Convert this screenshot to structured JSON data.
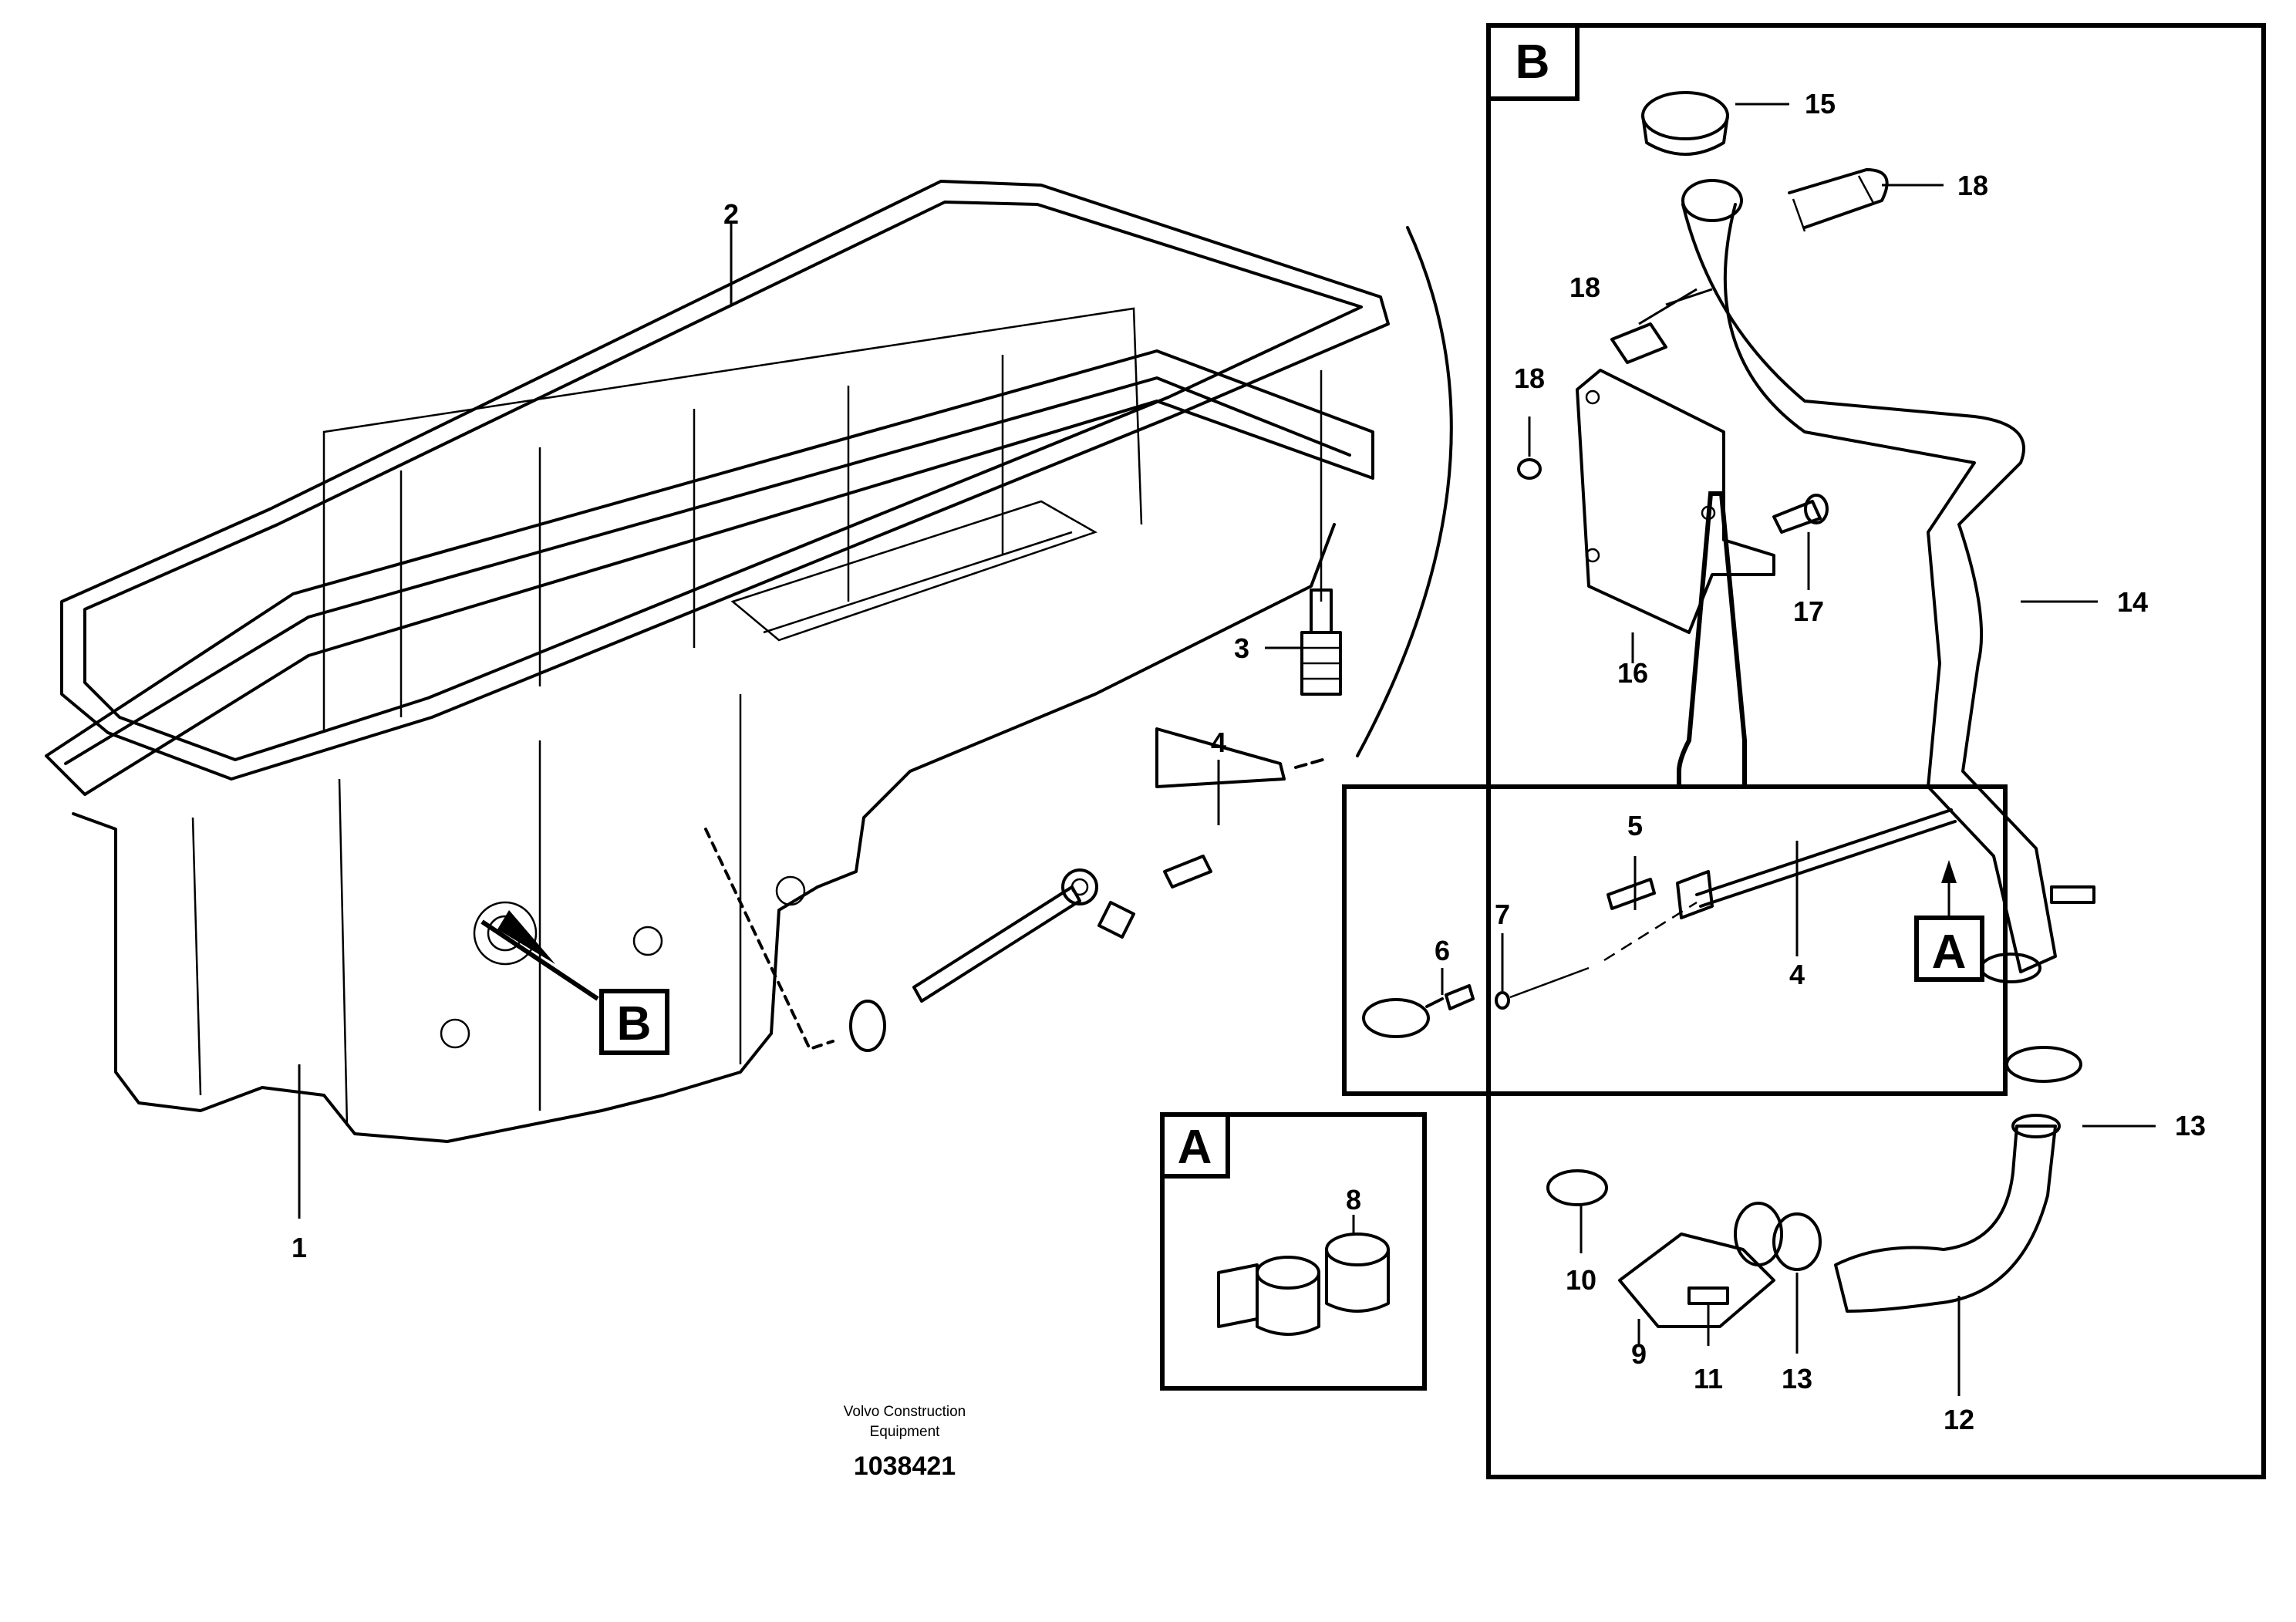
{
  "footer": {
    "company_line1": "Volvo Construction",
    "company_line2": "Equipment",
    "drawing_number": "1038421"
  },
  "detail_boxes": {
    "B_main": "B",
    "A_dipstick": "A",
    "A_clip": "A",
    "B_callout": "B"
  },
  "labels": {
    "p1": "1",
    "p2": "2",
    "p3": "3",
    "p4_main": "4",
    "p4_detail": "4",
    "p5": "5",
    "p6": "6",
    "p7": "7",
    "p8": "8",
    "p9": "9",
    "p10": "10",
    "p11": "11",
    "p12": "12",
    "p13_right": "13",
    "p13_lower": "13",
    "p14": "14",
    "p15": "15",
    "p16": "16",
    "p17": "17",
    "p18_right": "18",
    "p18_bracket": "18",
    "p18_nut": "18"
  }
}
